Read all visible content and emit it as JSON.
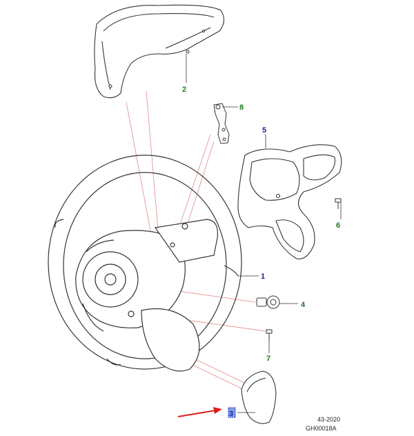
{
  "callouts": [
    {
      "id": "1",
      "label": "1",
      "part": "steering-wheel",
      "color": "#1a1aa6"
    },
    {
      "id": "2",
      "label": "2",
      "part": "upper-shroud",
      "color": "#1a7a1a"
    },
    {
      "id": "3",
      "label": "3",
      "part": "lower-trim-cover",
      "color": "#1a1aa6",
      "highlighted": true
    },
    {
      "id": "4",
      "label": "4",
      "part": "bolt",
      "color": "#1a7a1a"
    },
    {
      "id": "5",
      "label": "5",
      "part": "switch-bezel",
      "color": "#1a1aa6"
    },
    {
      "id": "6",
      "label": "6",
      "part": "screw",
      "color": "#1a7a1a"
    },
    {
      "id": "7",
      "label": "7",
      "part": "screw-lower",
      "color": "#1a7a1a"
    },
    {
      "id": "8",
      "label": "8",
      "part": "bracket",
      "color": "#1a7a1a"
    }
  ],
  "reference": {
    "date": "43-2020",
    "code": "GH00018A"
  },
  "colors": {
    "line": "#333333",
    "leader": "#e08a8a",
    "arrow": "#e01c1c",
    "highlight": "#7fa8e8"
  }
}
